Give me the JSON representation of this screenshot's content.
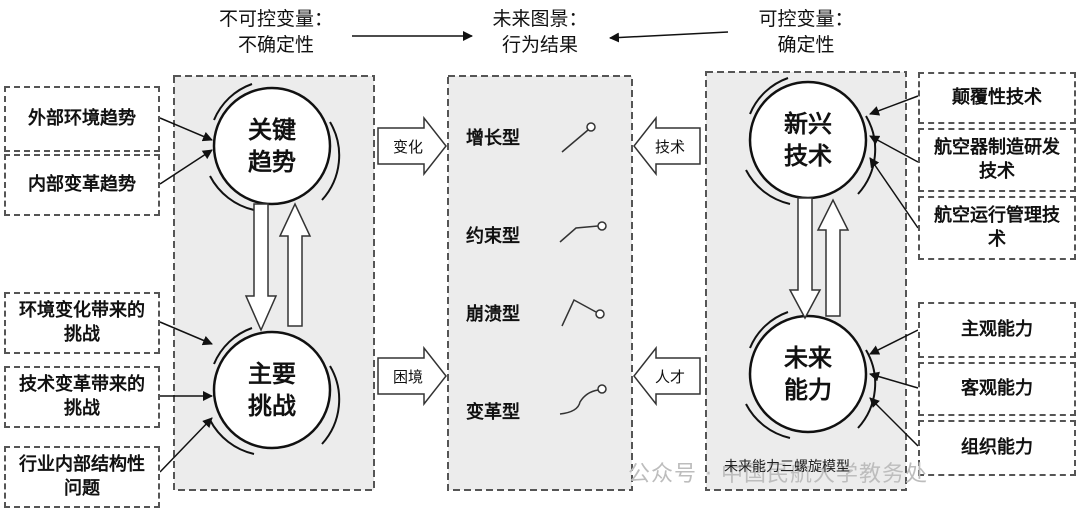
{
  "headers": {
    "left_line1": "不可控变量：",
    "left_line2": "不确定性",
    "center_line1": "未来图景：",
    "center_line2": "行为结果",
    "right_line1": "可控变量：",
    "right_line2": "确定性"
  },
  "left_circles": {
    "top_line1": "关键",
    "top_line2": "趋势",
    "bottom_line1": "主要",
    "bottom_line2": "挑战"
  },
  "right_circles": {
    "top_line1": "新兴",
    "top_line2": "技术",
    "bottom_line1": "未来",
    "bottom_line2": "能力"
  },
  "left_items": [
    "外部环境趋势",
    "内部变革趋势",
    "环境变化带来的挑战",
    "技术变革带来的挑战",
    "行业内部结构性问题"
  ],
  "right_items": [
    "颠覆性技术",
    "航空器制造研发技术",
    "航空运行管理技术",
    "主观能力",
    "客观能力",
    "组织能力"
  ],
  "results": [
    "增长型",
    "约束型",
    "崩溃型",
    "变革型"
  ],
  "arrows": {
    "change": "变化",
    "dilemma": "困境",
    "tech": "技术",
    "talent": "人才"
  },
  "caption": "未来能力三螺旋模型",
  "watermark": "公众号 · 中国民航大学教务处"
}
